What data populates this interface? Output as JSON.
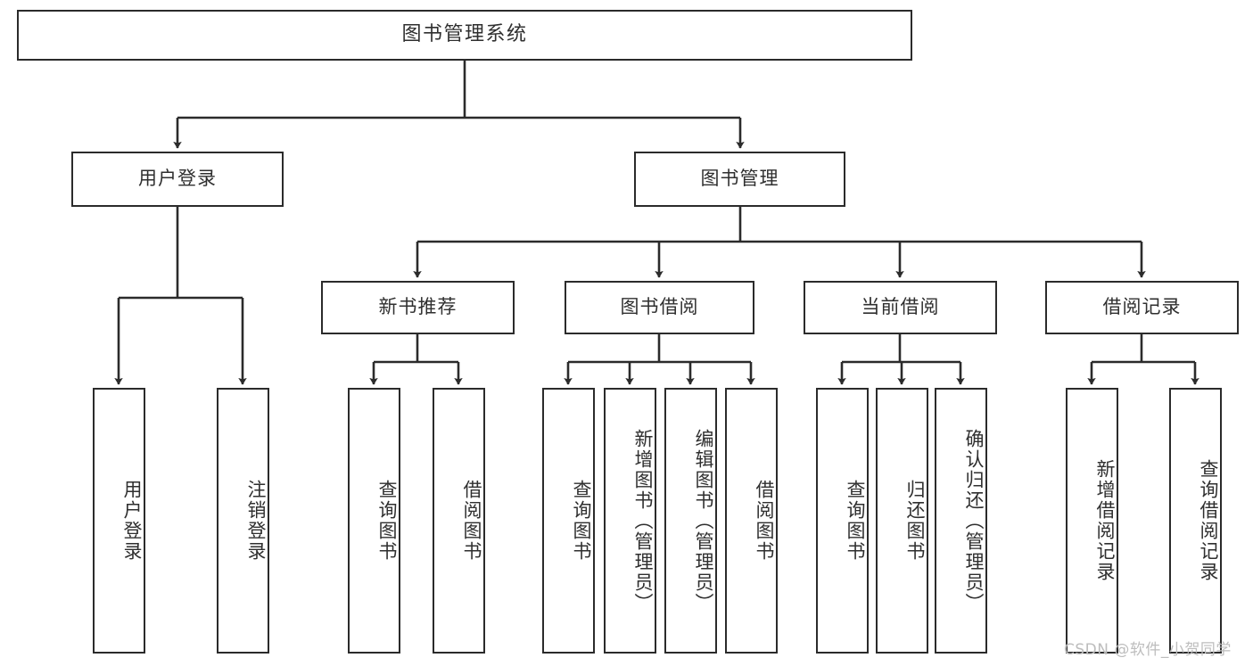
{
  "diagram": {
    "type": "tree-hierarchy-chart",
    "title": "图书管理系统",
    "line_color": "#2b2b2b",
    "text_color": "#2f2f2f",
    "background_color": "#ffffff",
    "watermark": "CSDN @软件_小贺同学",
    "nodes": {
      "root": {
        "label": "图书管理系统"
      },
      "level2": [
        {
          "id": "user-login",
          "label": "用户登录"
        },
        {
          "id": "book-manage",
          "label": "图书管理"
        }
      ],
      "level3": [
        {
          "id": "new-book-recommend",
          "label": "新书推荐"
        },
        {
          "id": "book-borrow",
          "label": "图书借阅"
        },
        {
          "id": "current-borrow",
          "label": "当前借阅"
        },
        {
          "id": "borrow-record",
          "label": "借阅记录"
        }
      ],
      "leaves": {
        "user-login": [
          {
            "id": "leaf-user-login",
            "label": "用户登录"
          },
          {
            "id": "leaf-logout-login",
            "label": "注销登录"
          }
        ],
        "new-book-recommend": [
          {
            "id": "leaf-query-book-1",
            "label": "查询图书"
          },
          {
            "id": "leaf-borrow-book-1",
            "label": "借阅图书"
          }
        ],
        "book-borrow": [
          {
            "id": "leaf-query-book-2",
            "label": "查询图书"
          },
          {
            "id": "leaf-add-book",
            "label": "新增图书（管理员）"
          },
          {
            "id": "leaf-edit-book",
            "label": "编辑图书（管理员）"
          },
          {
            "id": "leaf-borrow-book-2",
            "label": "借阅图书"
          }
        ],
        "current-borrow": [
          {
            "id": "leaf-query-book-3",
            "label": "查询图书"
          },
          {
            "id": "leaf-return-book",
            "label": "归还图书"
          },
          {
            "id": "leaf-confirm-return",
            "label": "确认归还（管理员）"
          }
        ],
        "borrow-record": [
          {
            "id": "leaf-add-record",
            "label": "新增借阅记录"
          },
          {
            "id": "leaf-query-record",
            "label": "查询借阅记录"
          }
        ]
      }
    }
  }
}
